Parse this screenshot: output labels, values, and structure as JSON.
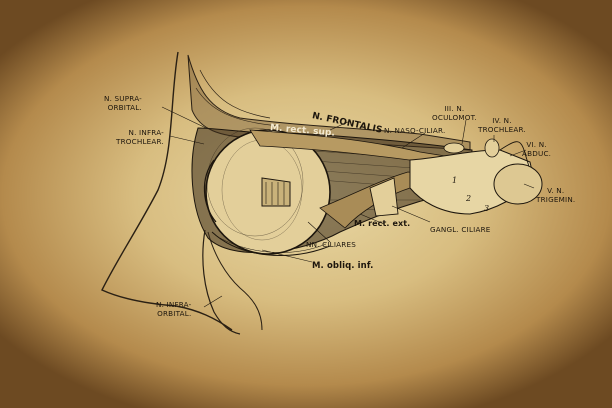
{
  "labels": {
    "n_supraorbital": [
      "N. SUPRA-",
      "ORBITAL."
    ],
    "n_infratrochlear": [
      "N. INFRA-",
      "TROCHLEAR."
    ],
    "n_frontalis": "N. FRONTALIS",
    "m_rect_sup": "M. rect. sup.",
    "n_nasociliar": "N. NASO-CILIAR.",
    "n_oculomot": [
      "III. N.",
      "OCULOMOT."
    ],
    "n_trochlear": [
      "IV. N.",
      "TROCHLEAR."
    ],
    "n_abduc": [
      "VI. N.",
      "ABDUC."
    ],
    "n_trigemin": [
      "V. N.",
      "TRIGEMIN."
    ],
    "m_rect_ext": "M. rect. ext.",
    "gangl_ciliare": "GANGL. CILIARE",
    "nn_ciliares": "NN. CILIARES",
    "m_obliq_inf": "M. obliq. inf.",
    "n_infraorbital": [
      "N. INFRA-",
      "ORBITAL."
    ],
    "num_1": "1",
    "num_2": "2",
    "num_3": "3"
  }
}
